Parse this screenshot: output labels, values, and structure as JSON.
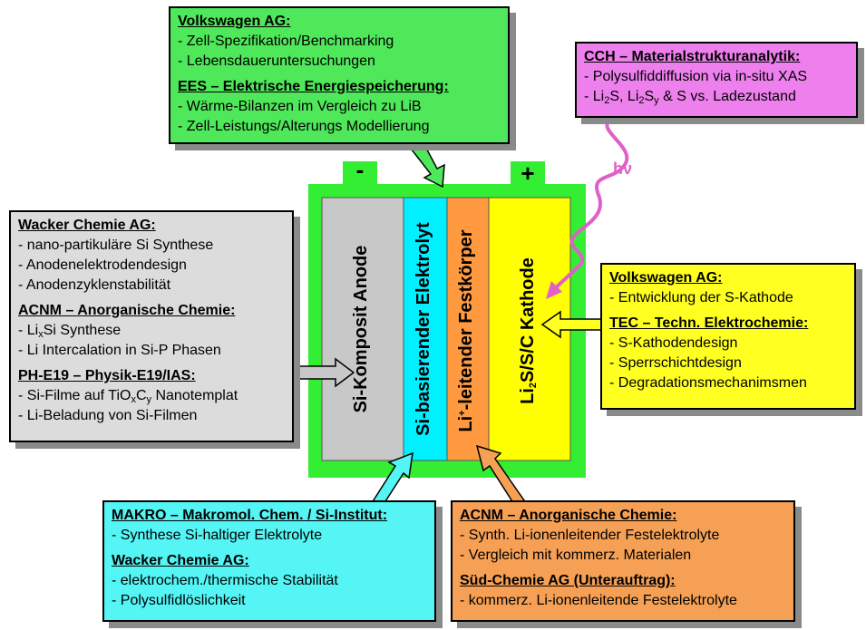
{
  "battery": {
    "minus_symbol": "-",
    "plus_symbol": "+",
    "anode_label": "Si-Komposit Anode",
    "electrolyte_label": "Si-basierender Elektrolyt",
    "solid_pre": "Li",
    "solid_sup": "+",
    "solid_post": "-leitender Festkörper",
    "cathode_pre": "Li",
    "cathode_sub": "2",
    "cathode_post": "S/S/C Kathode"
  },
  "photon_label": "hν",
  "boxes": {
    "top": {
      "h1": "Volkswagen AG:",
      "i1": "- Zell-Spezifikation/Benchmarking",
      "i2": "- Lebensdaueruntersuchungen",
      "h2": "EES – Elektrische Energiespeicherung:",
      "i3": "- Wärme-Bilanzen im Vergleich zu LiB",
      "i4": "- Zell-Leistungs/Alterungs Modellierung"
    },
    "cch": {
      "h1": "CCH – Materialstrukturanalytik:",
      "i1": "- Polysulfiddiffusion via in-situ XAS",
      "i2_a": "- Li",
      "i2_b": "2",
      "i2_c": "S, Li",
      "i2_d": "2",
      "i2_e": "S",
      "i2_f": "y",
      "i2_g": " & S vs. Ladezustand"
    },
    "left": {
      "h1": "Wacker Chemie AG:",
      "i1": "- nano-partikuläre Si Synthese",
      "i2": "- Anodenelektrodendesign",
      "i3": "- Anodenzyklenstabilität",
      "h2": "ACNM – Anorganische Chemie:",
      "i4_a": "- Li",
      "i4_b": "x",
      "i4_c": "Si Synthese",
      "i5": "- Li Intercalation in Si-P Phasen",
      "h3": "PH-E19 – Physik-E19/IAS:",
      "i6_a": "- Si-Filme auf TiO",
      "i6_b": "x",
      "i6_c": "C",
      "i6_d": "y",
      "i6_e": " Nanotemplat",
      "i7": "- Li-Beladung von Si-Filmen"
    },
    "right": {
      "h1": "Volkswagen AG:",
      "i1": "- Entwicklung der S-Kathode",
      "h2": "TEC – Techn. Elektrochemie:",
      "i2": "- S-Kathodendesign",
      "i3": "- Sperrschichtdesign",
      "i4": "- Degradationsmechanimsmen"
    },
    "makro": {
      "h1": "MAKRO – Makromol. Chem. / Si-Institut:",
      "i1": "- Synthese Si-haltiger Elektrolyte",
      "h2": "Wacker Chemie AG:",
      "i2": "- elektrochem./thermische Stabilität",
      "i3": "- Polysulfidlöslichkeit"
    },
    "acnm": {
      "h1": "ACNM – Anorganische Chemie:",
      "i1": "- Synth. Li-ionenleitender Festelektrolyte",
      "i2": "- Vergleich mit kommerz. Materialen",
      "h2": "Süd-Chemie AG (Unterauftrag):",
      "i3": "- kommerz. Li-ionenleitende Festelektrolyte"
    }
  },
  "colors": {
    "battery_green": "#33ee33",
    "anode_gray": "#c8c8c8",
    "electrolyte_cyan": "#00f0ff",
    "solid_orange": "#ff9a40",
    "cathode_yellow": "#ffff00",
    "box_top_green": "#4fe85a",
    "box_cch_pink": "#ee80ee",
    "box_left_gray": "#dcdcdc",
    "box_right_yellow": "#ffff22",
    "box_makro_cyan": "#55f5f5",
    "box_acnm_orange": "#f5a055",
    "photon_pink": "#e060c8"
  }
}
